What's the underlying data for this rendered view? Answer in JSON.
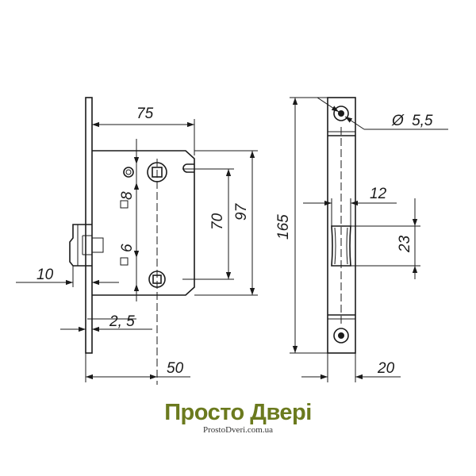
{
  "dimensions": {
    "width_75": "75",
    "height_97": "97",
    "spacing_70": "70",
    "square_8": "8",
    "square_6": "6",
    "latch_10": "10",
    "plate_2_5": "2, 5",
    "backset_50": "50",
    "length_165": "165",
    "hole_diameter": "5,5",
    "latch_width_12": "12",
    "latch_height_23": "23",
    "faceplate_20": "20"
  },
  "symbols": {
    "diameter": "Ø"
  },
  "brand": {
    "name": "Просто Двері",
    "url": "ProstoDveri.com.ua"
  },
  "colors": {
    "line": "#1a1a1a",
    "brand_green": "#6b7a1e",
    "url_gray": "#333333"
  }
}
